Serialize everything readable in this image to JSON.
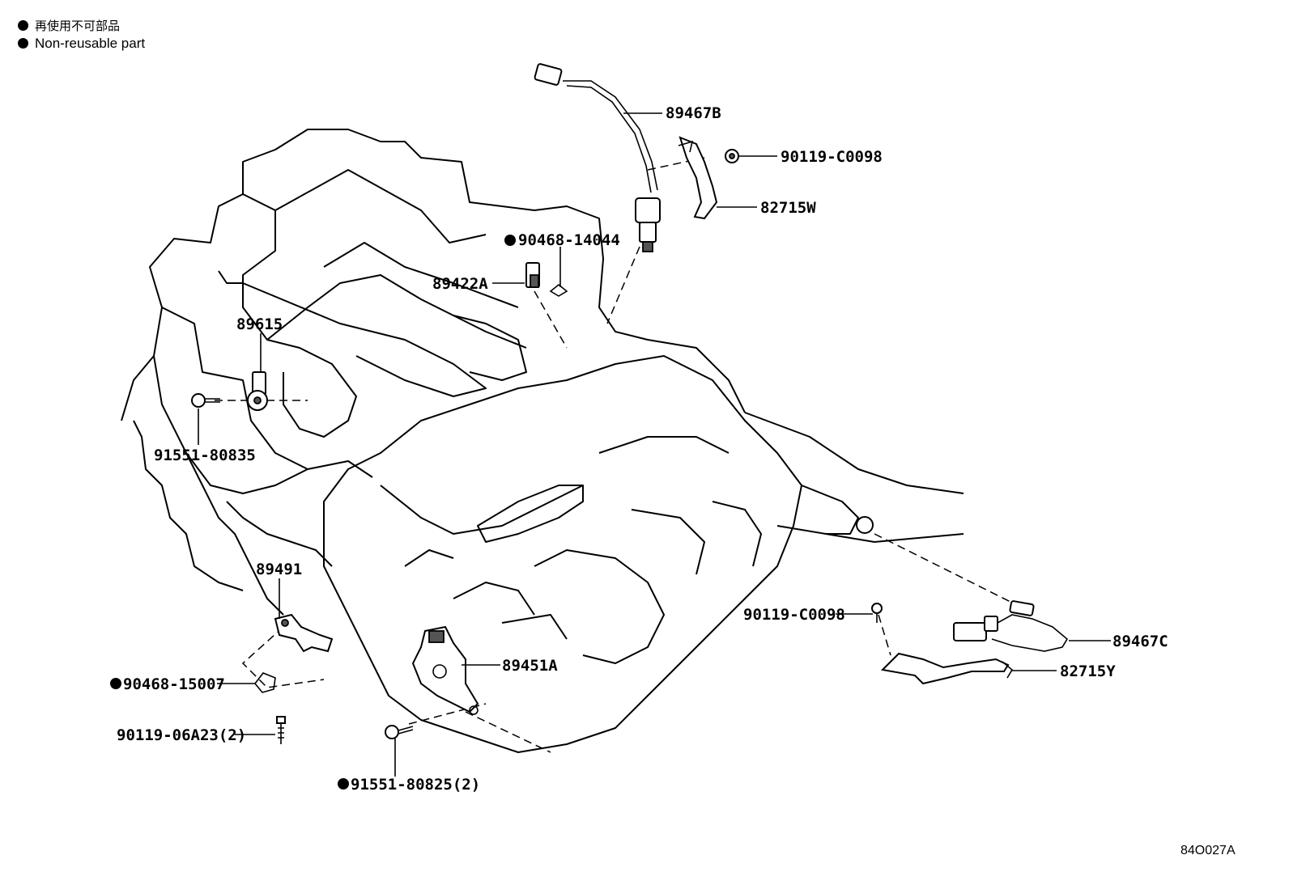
{
  "legend": {
    "japanese": "再使用不可部品",
    "english": "Non-reusable part"
  },
  "callouts": {
    "p89467B": "89467B",
    "p90119_C0098_top": "90119-C0098",
    "p82715W": "82715W",
    "p90468_14044": "90468-14044",
    "p89422A": "89422A",
    "p89615": "89615",
    "p91551_80835": "91551-80835",
    "p89491": "89491",
    "p90119_C0098_right": "90119-C0098",
    "p89467C": "89467C",
    "p82715Y": "82715Y",
    "p89451A": "89451A",
    "p90468_15007": "90468-15007",
    "p90119_06A23": "90119-06A23(2)",
    "p91551_80825": "91551-80825(2)"
  },
  "diagram_code": "84O027A",
  "non_reusable_marker_color": "#000000"
}
